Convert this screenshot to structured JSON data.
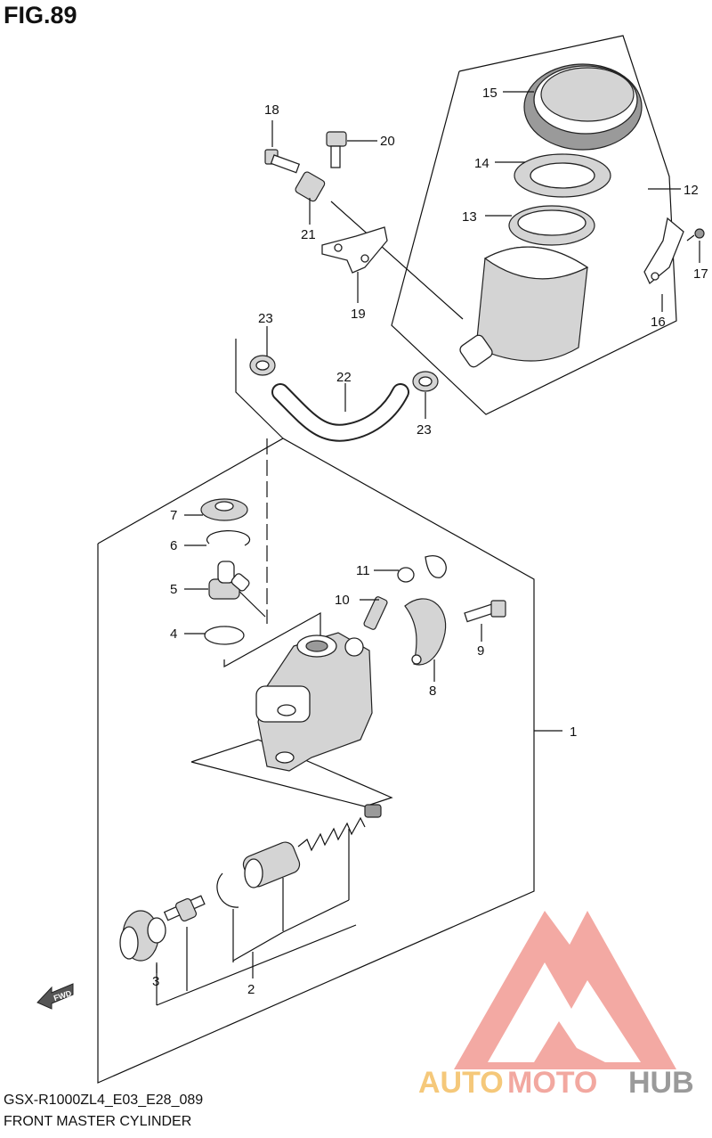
{
  "figure": {
    "title": "FIG.89",
    "model_code": "GSX-R1000ZL4_E03_E28_089",
    "caption": "FRONT MASTER CYLINDER"
  },
  "fwd_arrow": {
    "label": "FWD"
  },
  "callouts": [
    "1",
    "2",
    "3",
    "4",
    "5",
    "6",
    "7",
    "8",
    "9",
    "10",
    "11",
    "12",
    "13",
    "14",
    "15",
    "16",
    "17",
    "18",
    "19",
    "20",
    "21",
    "22",
    "23",
    "23"
  ],
  "watermark": {
    "part1": "AUTO",
    "part2": "MOTO",
    "part3": "HUB",
    "colors": {
      "auto": "#f5c87a",
      "moto": "#f2a8a0",
      "hub": "#9a9a9a",
      "logo": "#f29b93"
    }
  }
}
